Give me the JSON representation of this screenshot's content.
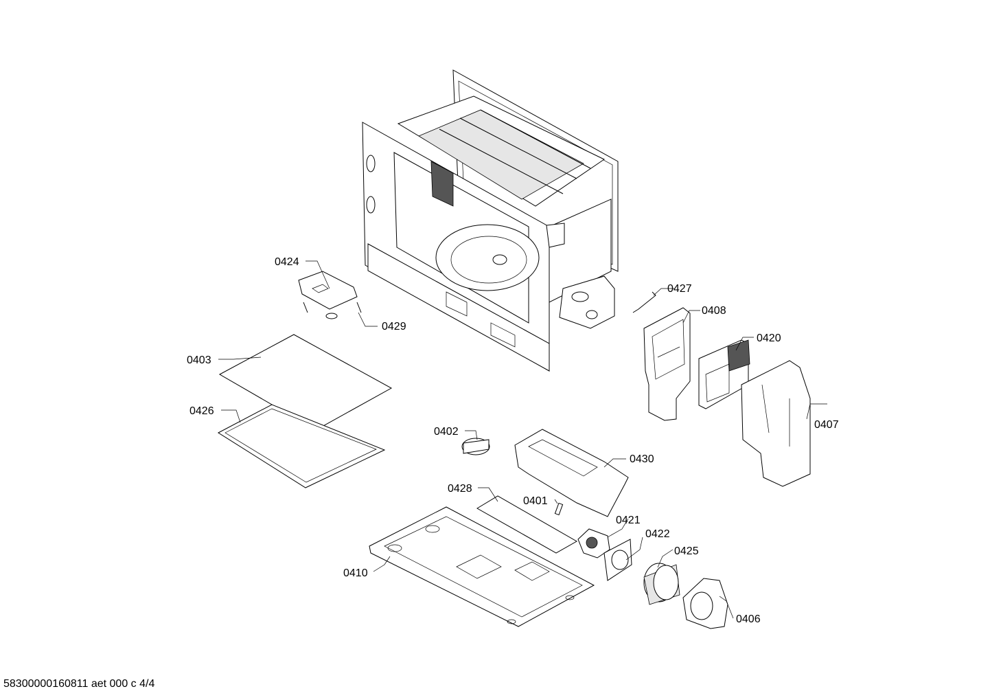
{
  "parts": [
    {
      "id": "0424",
      "label": "0424"
    },
    {
      "id": "0429",
      "label": "0429"
    },
    {
      "id": "0403",
      "label": "0403"
    },
    {
      "id": "0426",
      "label": "0426"
    },
    {
      "id": "0427",
      "label": "0427"
    },
    {
      "id": "0408",
      "label": "0408"
    },
    {
      "id": "0420",
      "label": "0420"
    },
    {
      "id": "0407",
      "label": "0407"
    },
    {
      "id": "0402",
      "label": "0402"
    },
    {
      "id": "0430",
      "label": "0430"
    },
    {
      "id": "0428",
      "label": "0428"
    },
    {
      "id": "0401",
      "label": "0401"
    },
    {
      "id": "0421",
      "label": "0421"
    },
    {
      "id": "0422",
      "label": "0422"
    },
    {
      "id": "0425",
      "label": "0425"
    },
    {
      "id": "0410",
      "label": "0410"
    },
    {
      "id": "0406",
      "label": "0406"
    }
  ],
  "footer": {
    "doc_code": "58300000160811 aet 000 c 4/4"
  }
}
